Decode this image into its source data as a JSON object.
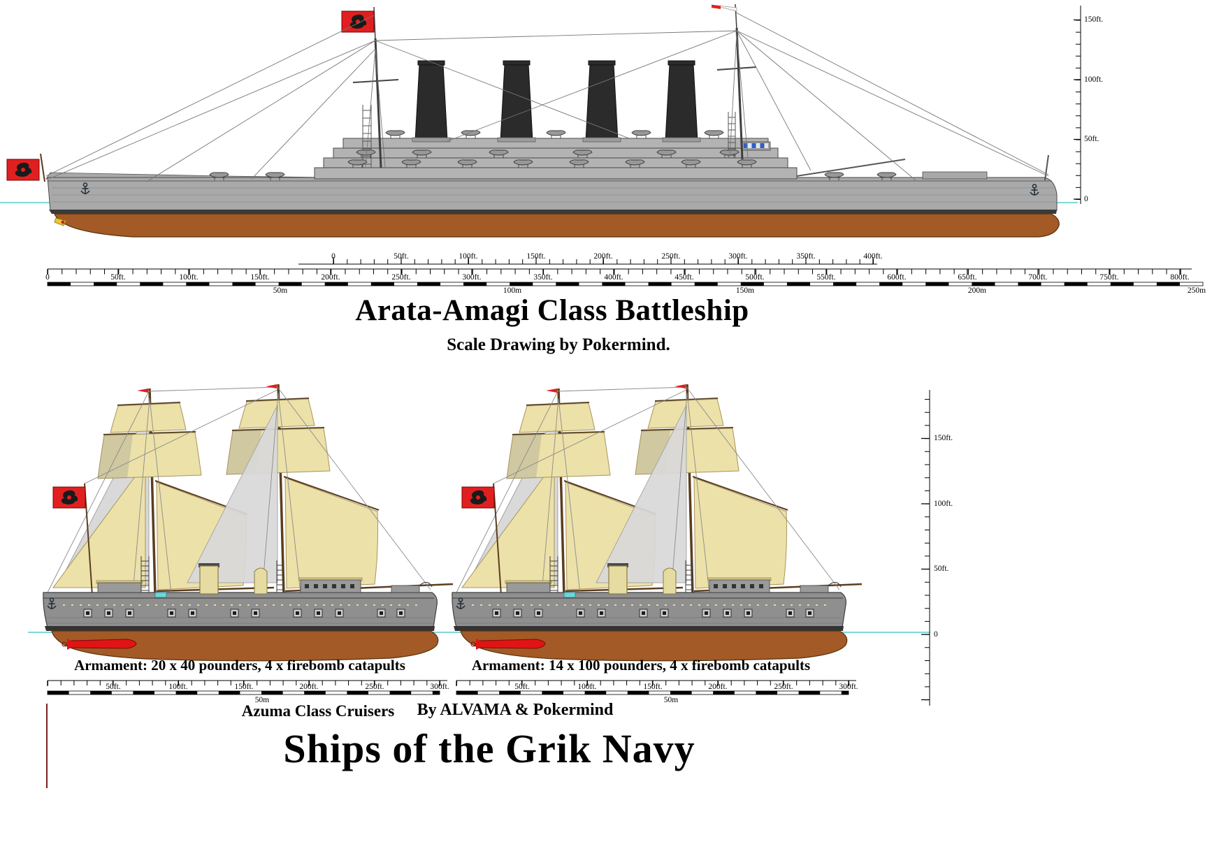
{
  "colors": {
    "background": "#ffffff",
    "hull_gray": "#a9a9a9",
    "cruiser_hull_gray": "#8f8f8f",
    "hull_bottom_brown": "#a35a26",
    "funnel_black": "#2b2b2b",
    "superstructure_gray": "#b3b3b3",
    "sail_cream": "#ece1a9",
    "sail_gray": "#d9d9d9",
    "flag_red": "#e02020",
    "torpedo_red": "#e01414",
    "waterline_cyan": "#7fd8d8",
    "mast_brown": "#5b3d1e"
  },
  "icons": {
    "grik_flag": "red flag with black grik emblem",
    "pennant": "white pennant with red hoist",
    "anchor": "anchor"
  },
  "battleship": {
    "title": "Arata-Amagi Class Battleship",
    "subtitle": "Scale Drawing by Pokermind.",
    "rulers": {
      "top_ticks": [
        "0",
        "50ft.",
        "100ft.",
        "150ft.",
        "200ft.",
        "250ft.",
        "300ft.",
        "350ft.",
        "400ft."
      ],
      "bottom_ticks": [
        "0",
        "50ft.",
        "100ft.",
        "150ft.",
        "200ft.",
        "250ft.",
        "300ft.",
        "350ft.",
        "400ft.",
        "450ft.",
        "500ft.",
        "550ft.",
        "600ft.",
        "650ft.",
        "700ft.",
        "750ft.",
        "800ft."
      ],
      "meter_ticks": [
        "50m",
        "100m",
        "150m",
        "200m",
        "250m"
      ],
      "vertical_ticks": [
        "150ft.",
        "100ft.",
        "50ft.",
        "0"
      ]
    }
  },
  "cruisers": {
    "left_caption": "Armament: 20 x 40 pounders, 4 x firebomb catapults",
    "right_caption": "Armament: 14 x 100 pounders, 4 x firebomb catapults",
    "class_label": "Azuma Class Cruisers",
    "credit": "By ALVAMA & Pokermind",
    "rulers": {
      "horizontal_ticks": [
        "50ft.",
        "100ft.",
        "150ft.",
        "200ft.",
        "250ft.",
        "300ft."
      ],
      "meter_tick": "50m",
      "vertical_ticks": [
        "150ft.",
        "100ft.",
        "50ft.",
        "0"
      ]
    }
  },
  "footer": {
    "title": "Ships of the Grik Navy"
  }
}
